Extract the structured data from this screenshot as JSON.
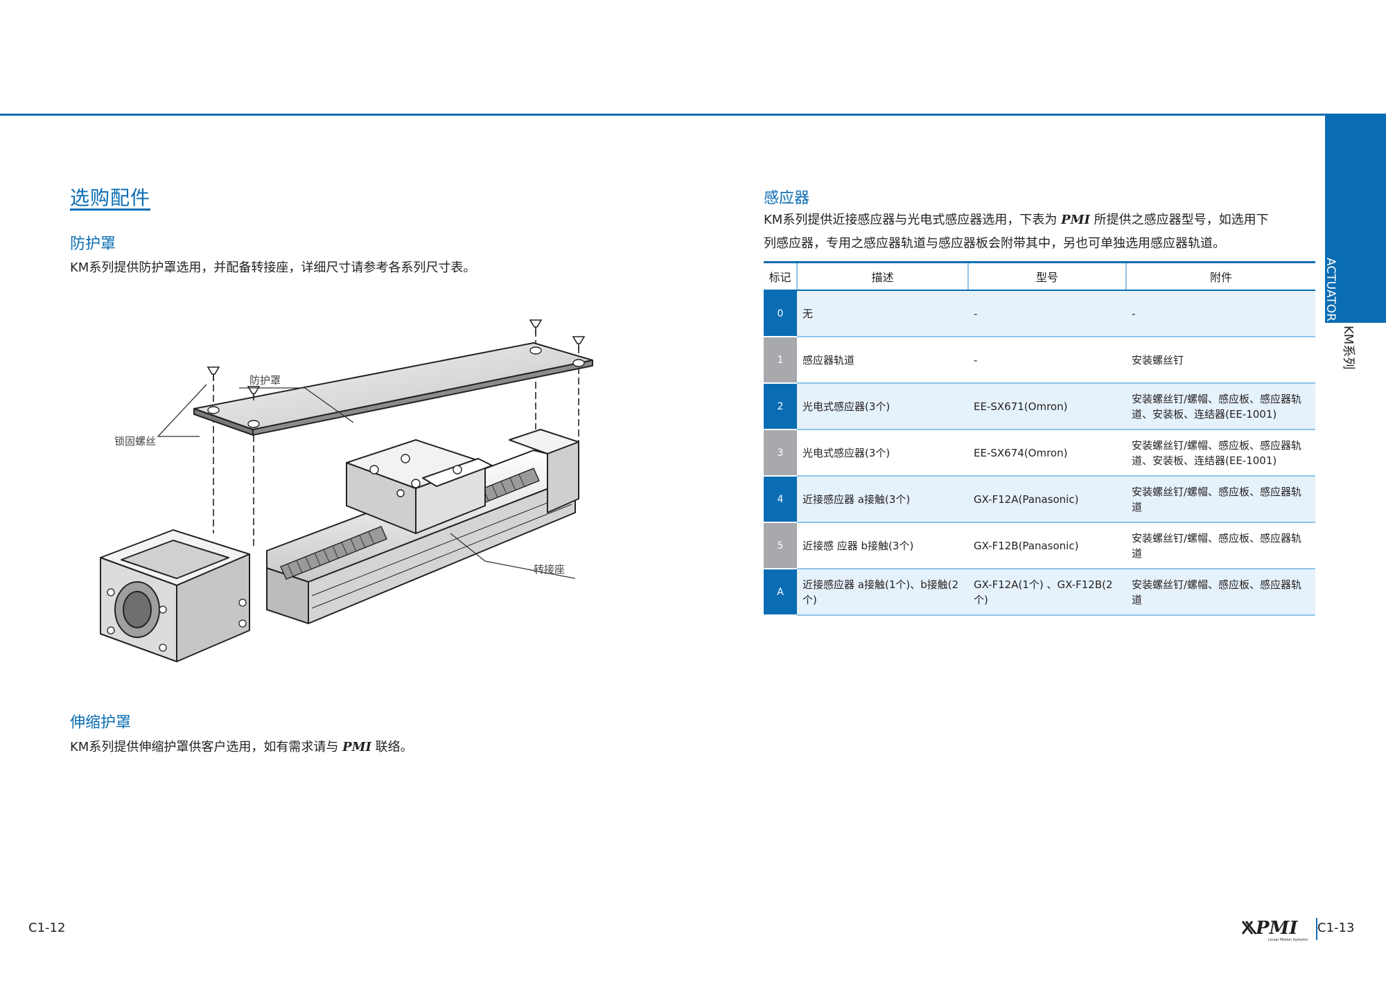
{
  "left": {
    "title": "选购配件",
    "cover": {
      "heading": "防护罩",
      "desc": "KM系列提供防护罩选用，并配备转接座，详细尺寸请参考各系列尺寸表。"
    },
    "illustration": {
      "label_cover": "防护罩",
      "label_screw": "锁固螺丝",
      "label_adapter": "转接座"
    },
    "bellows": {
      "heading": "伸缩护罩",
      "desc_before": "KM系列提供伸缩护罩供客户选用，如有需求请与 ",
      "desc_brand": "PMI",
      "desc_after": " 联络。"
    }
  },
  "right": {
    "title": "感应器",
    "intro_line1_before": "KM系列提供近接感应器与光电式感应器选用，下表为 ",
    "intro_brand": "PMI",
    "intro_line1_after": " 所提供之感应器型号，如选用下",
    "intro_line2": "列感应器，专用之感应器轨道与感应器板会附带其中，另也可单独选用感应器轨道。",
    "table": {
      "headers": [
        "标记",
        "描述",
        "型号",
        "附件"
      ],
      "rows": [
        {
          "mark": "0",
          "desc": "无",
          "model": "-",
          "acc": "-"
        },
        {
          "mark": "1",
          "desc": "感应器轨道",
          "model": "-",
          "acc": "安装螺丝钉"
        },
        {
          "mark": "2",
          "desc": "光电式感应器(3个)",
          "model": "EE-SX671(Omron)",
          "acc": "安装螺丝钉/螺帽、感应板、感应器轨道、安装板、连结器(EE-1001)"
        },
        {
          "mark": "3",
          "desc": "光电式感应器(3个)",
          "model": "EE-SX674(Omron)",
          "acc": "安装螺丝钉/螺帽、感应板、感应器轨道、安装板、连结器(EE-1001)"
        },
        {
          "mark": "4",
          "desc": "近接感应器 a接触(3个)",
          "model": "GX-F12A(Panasonic)",
          "acc": "安装螺丝钉/螺帽、感应板、感应器轨道"
        },
        {
          "mark": "5",
          "desc": "近接感 应器 b接触(3个)",
          "model": "GX-F12B(Panasonic)",
          "acc": "安装螺丝钉/螺帽、感应板、感应器轨道"
        },
        {
          "mark": "A",
          "desc": "近接感应器 a接触(1个)、b接触(2个)",
          "model": "GX-F12A(1个) 、GX-F12B(2个)",
          "acc": "安装螺丝钉/螺帽、感应板、感应器轨道"
        }
      ]
    }
  },
  "side": {
    "tab_label": "ACTUATOR",
    "series_label": "KM系列"
  },
  "footer": {
    "page_left": "C1-12",
    "page_right": "C1-13",
    "logo_text": "PMI",
    "logo_sub": "Linear Motion Systems"
  },
  "colors": {
    "brand_blue": "#0a6db4",
    "light_blue": "#e6f2fb",
    "grey": "#a7a9ac"
  }
}
